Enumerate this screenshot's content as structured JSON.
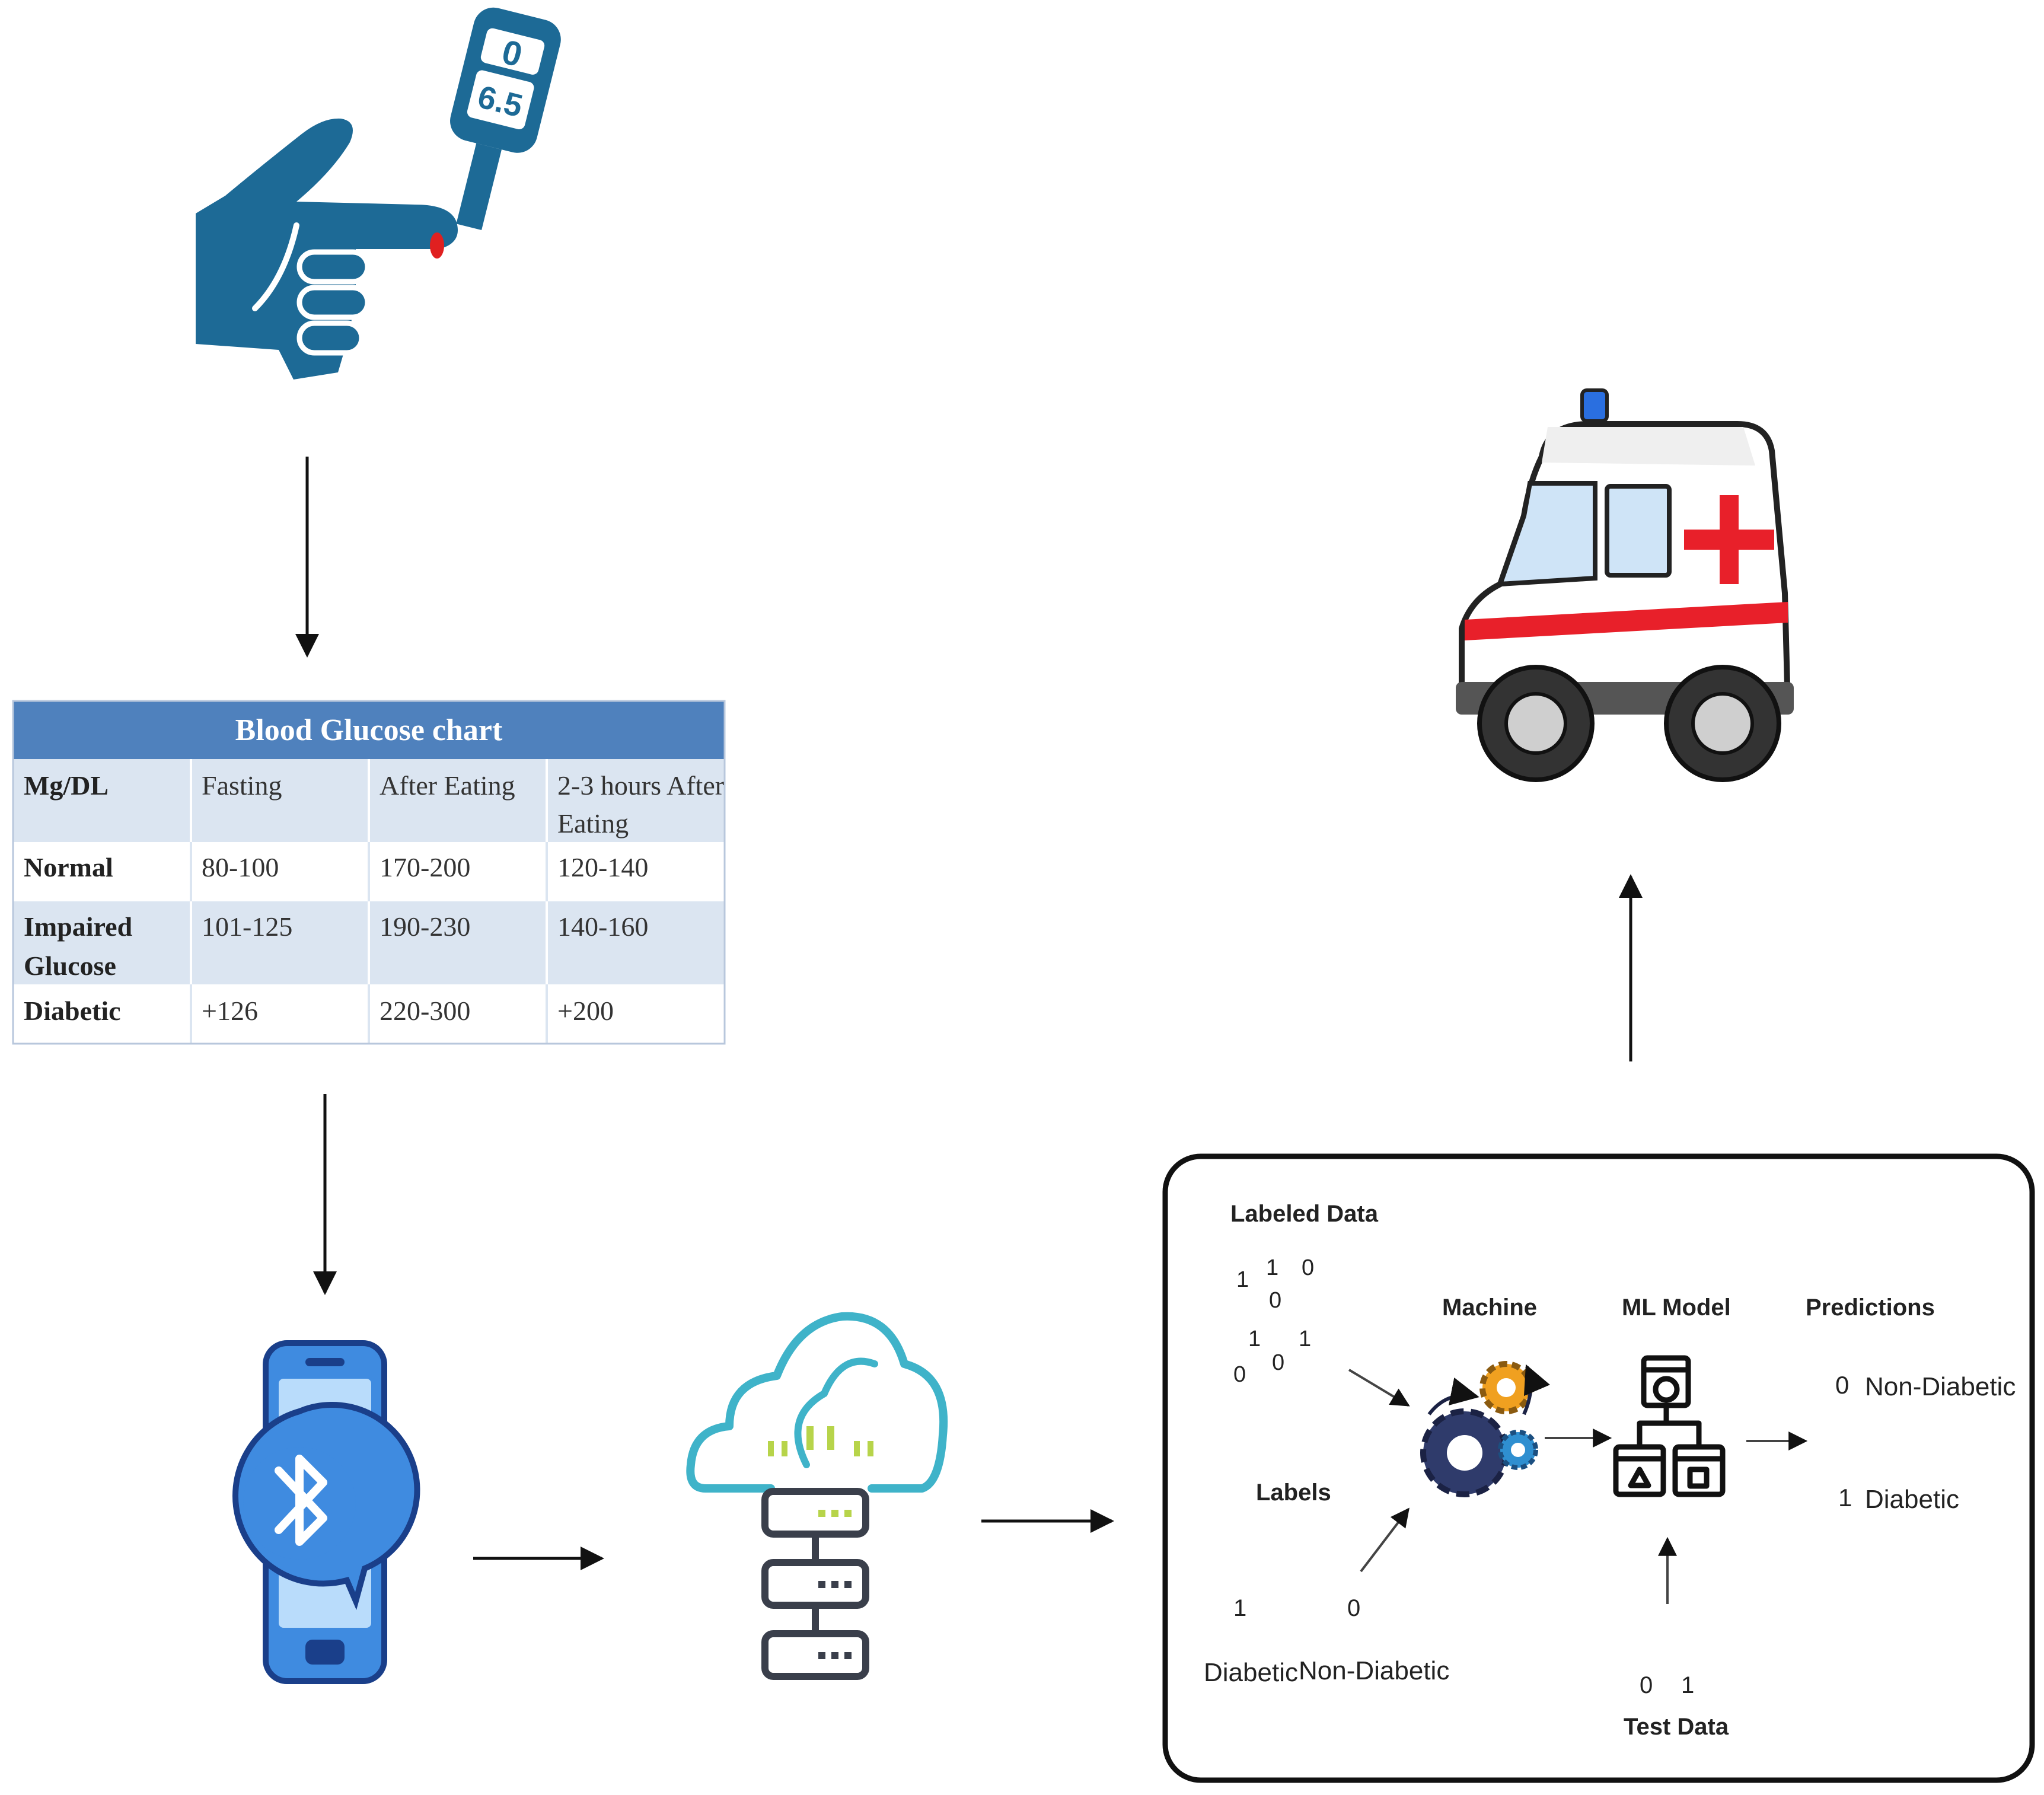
{
  "glucometer": {
    "reading_top": "0",
    "reading_main": "6.5"
  },
  "chart": {
    "title": "Blood Glucose chart",
    "headers": [
      "Mg/DL",
      "Fasting",
      "After Eating",
      "2-3 hours After",
      "Eating"
    ],
    "rows": [
      {
        "label": [
          "Normal"
        ],
        "cells": [
          "80-100",
          "170-200",
          "120-140"
        ]
      },
      {
        "label": [
          "Impaired",
          "Glucose"
        ],
        "cells": [
          "101-125",
          "190-230",
          "140-160"
        ]
      },
      {
        "label": [
          "Diabetic"
        ],
        "cells": [
          "+126",
          "220-300",
          "+200"
        ]
      }
    ]
  },
  "ml": {
    "labeled_data_title": "Labeled Data",
    "binary_digits": [
      "1",
      "1",
      "0",
      "0",
      "1",
      "1",
      "0",
      "0"
    ],
    "labels_title": "Labels",
    "label_values": [
      "1",
      "0"
    ],
    "label_names": [
      "Diabetic",
      "Non-Diabetic"
    ],
    "machine_title": "Machine",
    "model_title": "ML Model",
    "predictions_title": "Predictions",
    "predictions": [
      {
        "digit": "0",
        "name": "Non-Diabetic"
      },
      {
        "digit": "1",
        "name": "Diabetic"
      }
    ],
    "test_digits": [
      "0",
      "1"
    ],
    "test_title": "Test Data"
  },
  "colors": {
    "hand_blue": "#1d6a96",
    "table_header": "#4f81bd",
    "table_band": "#dbe5f1",
    "phone_blue": "#3f8be0",
    "cloud_teal": "#3fb3c9",
    "server_gray": "#3a3f4b",
    "ambulance_red": "#e8202a"
  }
}
